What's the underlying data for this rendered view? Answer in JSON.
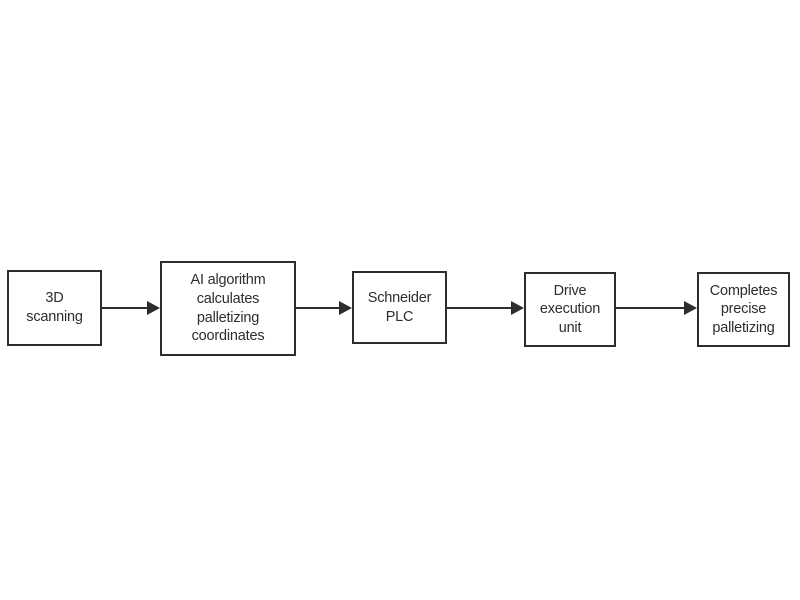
{
  "diagram": {
    "type": "flowchart",
    "direction": "left-to-right",
    "nodes": [
      {
        "id": "3d-scanning",
        "label": "3D\nscanning"
      },
      {
        "id": "ai-algorithm",
        "label": "AI algorithm\ncalculates\npalletizing\ncoordinates"
      },
      {
        "id": "schneider-plc",
        "label": "Schneider\nPLC"
      },
      {
        "id": "drive-execution-unit",
        "label": "Drive\nexecution\nunit"
      },
      {
        "id": "completes-palletizing",
        "label": "Completes\nprecise\npalletizing"
      }
    ],
    "edges": [
      {
        "from": "3d-scanning",
        "to": "ai-algorithm"
      },
      {
        "from": "ai-algorithm",
        "to": "schneider-plc"
      },
      {
        "from": "schneider-plc",
        "to": "drive-execution-unit"
      },
      {
        "from": "drive-execution-unit",
        "to": "completes-palletizing"
      }
    ],
    "colors": {
      "ink": "#2d2d2d",
      "background": "#ffffff"
    }
  }
}
